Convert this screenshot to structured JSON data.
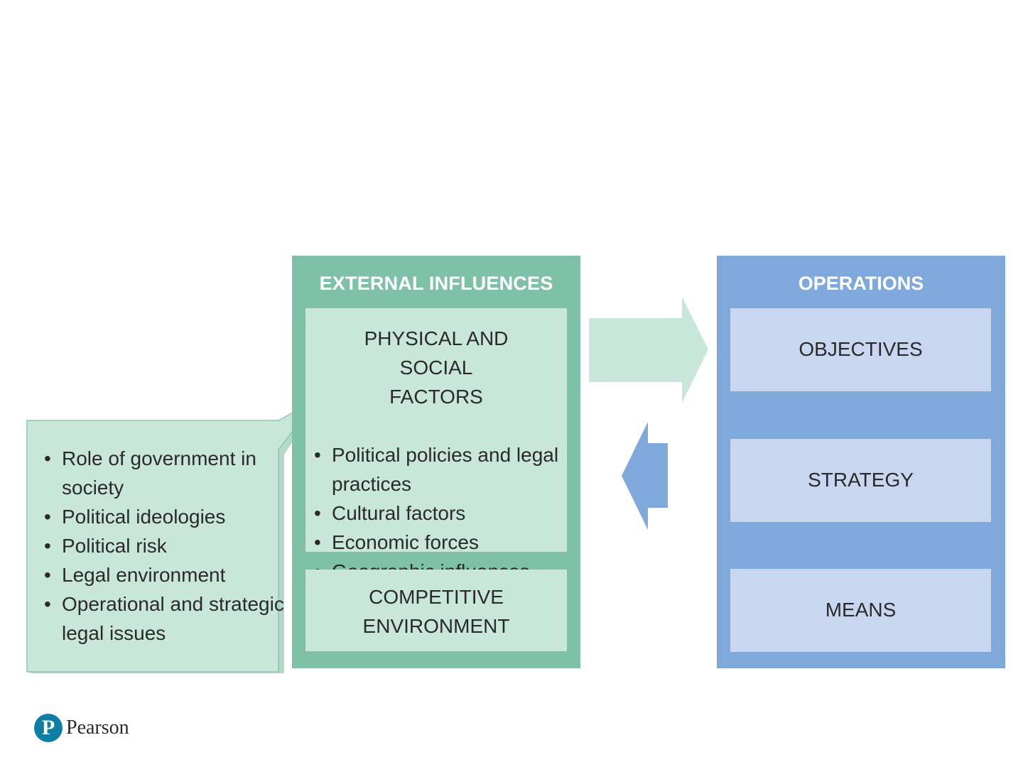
{
  "external": {
    "title": "EXTERNAL INFLUENCES",
    "physical_heading": "PHYSICAL AND SOCIAL FACTORS",
    "physical_items": [
      "Political policies and legal practices",
      "Cultural factors",
      "Economic forces",
      "Geographic influences"
    ],
    "competitive_label": "COMPETITIVE ENVIRONMENT"
  },
  "operations": {
    "title": "OPERATIONS",
    "items": [
      "OBJECTIVES",
      "STRATEGY",
      "MEANS"
    ]
  },
  "callout": {
    "items": [
      "Role of government in society",
      "Political ideologies",
      "Political risk",
      "Legal environment",
      "Operational and strategic legal issues"
    ]
  },
  "logo": {
    "mark": "P",
    "wordmark": "Pearson"
  },
  "colors": {
    "external_panel": "#7fc1a8",
    "external_box": "#c9e6da",
    "operations_panel": "#7fa9da",
    "operations_box": "#c8d6f0",
    "logo_blue": "#0d7fa5"
  }
}
